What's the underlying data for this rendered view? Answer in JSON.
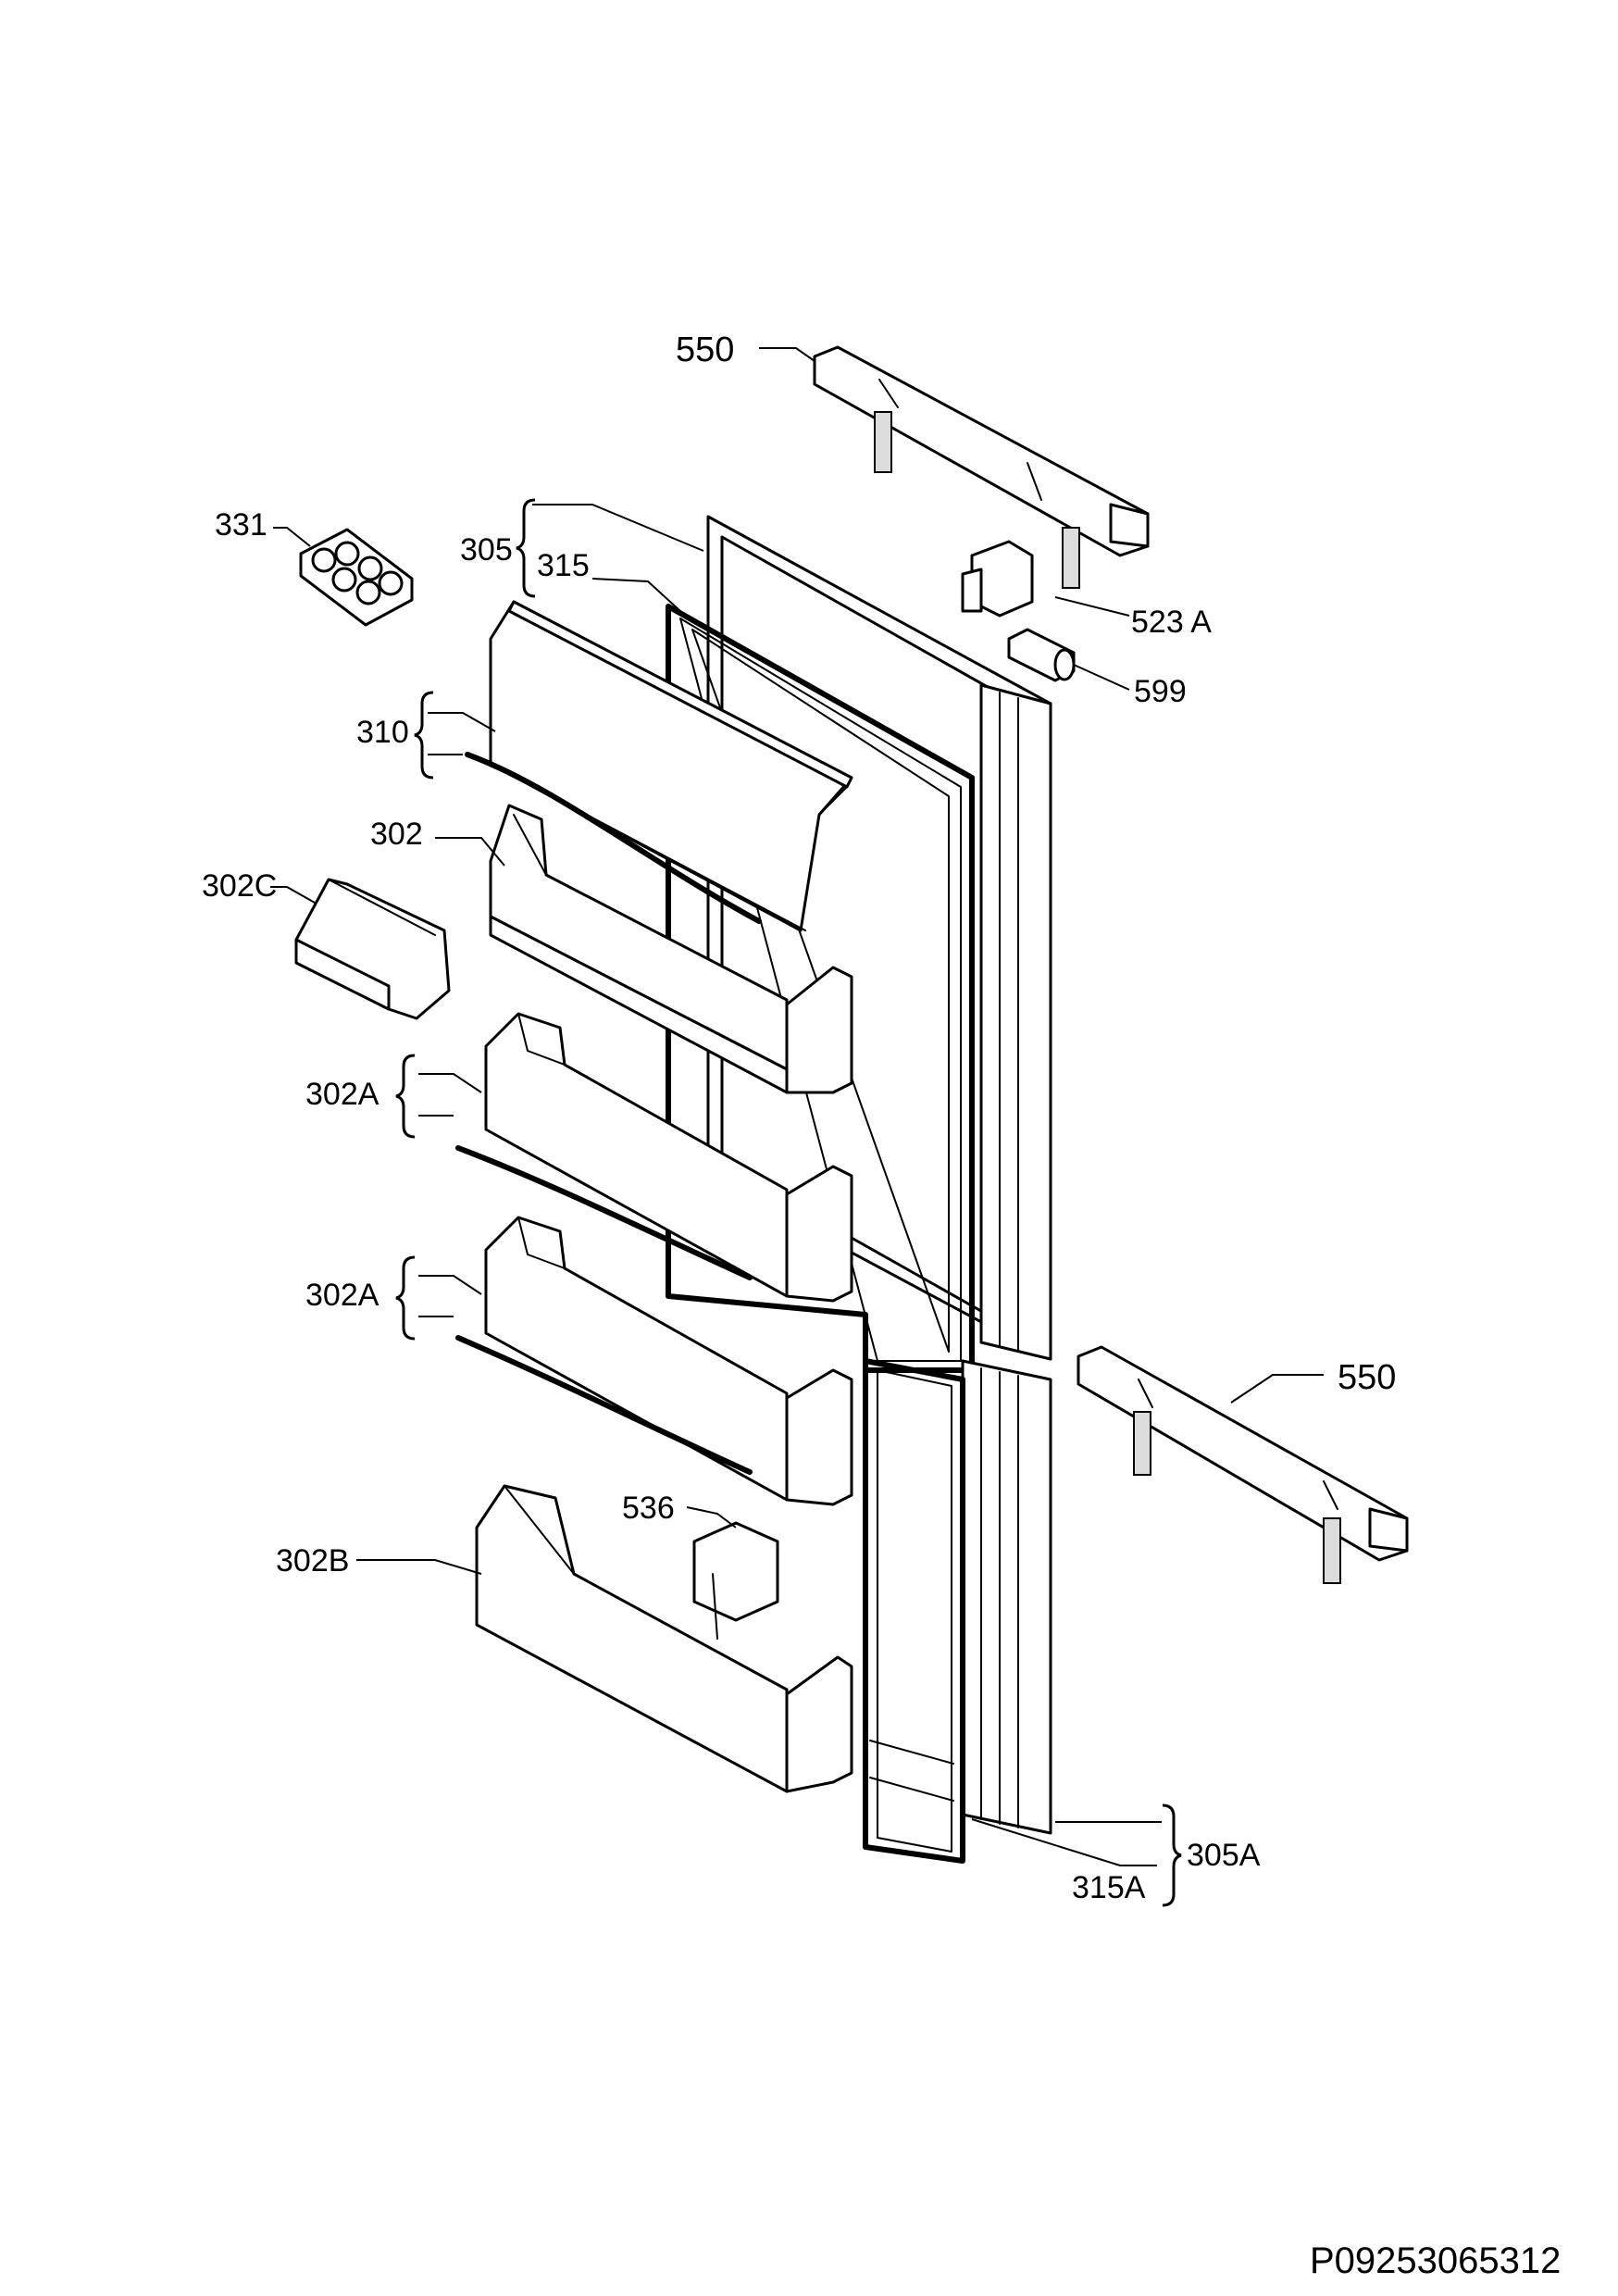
{
  "labels": {
    "l550_top": "550",
    "l305": "305",
    "l315": "315",
    "l331": "331",
    "l523A": "523 A",
    "l599": "599",
    "l310": "310",
    "l302": "302",
    "l302C": "302C",
    "l302A_1": "302A",
    "l302A_2": "302A",
    "l550_bottom": "550",
    "l536": "536",
    "l302B": "302B",
    "l305A": "305A",
    "l315A": "315A"
  },
  "drawing_code": "P09253065312"
}
